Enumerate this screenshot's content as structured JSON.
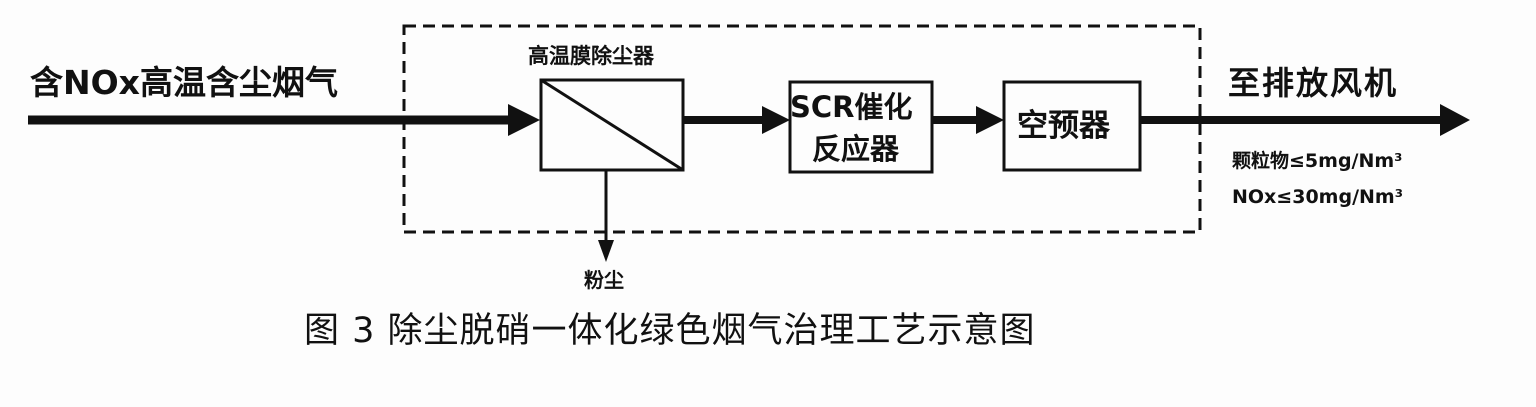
{
  "diagram": {
    "inlet_label": "含NOx高温含尘烟气",
    "dust_filter_label": "高温膜除尘器",
    "scr_label_line1": "SCR催化",
    "scr_label_line2": "反应器",
    "air_preheater_label": "空预器",
    "outlet_label": "至排放风机",
    "spec_particulate": "颗粒物≤5mg/Nm³",
    "spec_nox": "NOx≤30mg/Nm³",
    "ash_label": "粉尘"
  },
  "caption": "图 3  除尘脱硝一体化绿色烟气治理工艺示意图",
  "colors": {
    "ink": "#111111",
    "background": "#fdfdfd"
  }
}
